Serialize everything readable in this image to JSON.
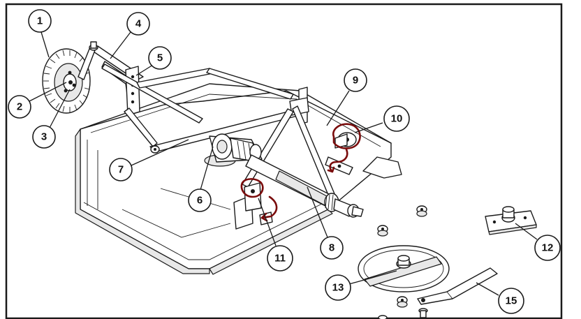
{
  "callouts": [
    {
      "id": "1",
      "label": "1"
    },
    {
      "id": "2",
      "label": "2"
    },
    {
      "id": "3",
      "label": "3"
    },
    {
      "id": "4",
      "label": "4"
    },
    {
      "id": "5",
      "label": "5"
    },
    {
      "id": "6",
      "label": "6"
    },
    {
      "id": "7",
      "label": "7"
    },
    {
      "id": "8",
      "label": "8"
    },
    {
      "id": "9",
      "label": "9"
    },
    {
      "id": "10",
      "label": "10"
    },
    {
      "id": "11",
      "label": "11"
    },
    {
      "id": "12",
      "label": "12"
    },
    {
      "id": "13",
      "label": "13"
    },
    {
      "id": "15",
      "label": "15"
    }
  ],
  "colors": {
    "line": "#1a1a1a",
    "background": "#ffffff",
    "highlight_marks": "#7a0c0c"
  }
}
